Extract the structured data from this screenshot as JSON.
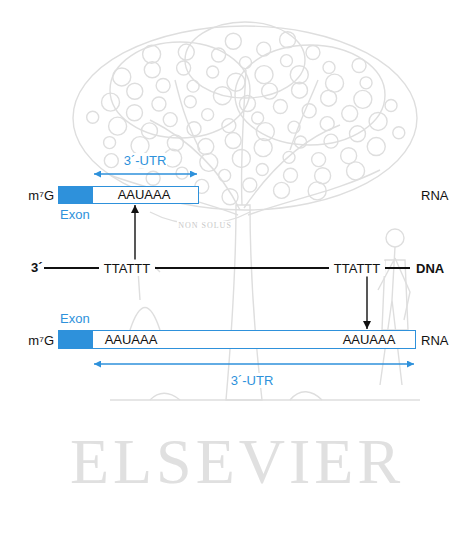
{
  "diagram": {
    "nodes": [
      {
        "text": [
          "AAUAAA"
        ]
      },
      {
        "text": [
          "TTATTT"
        ]
      },
      {
        "text": [
          "TTATTT"
        ]
      },
      {
        "text": [
          "AAUAAA",
          "AAUAAA"
        ]
      }
    ],
    "edges": [
      {
        "from": 1,
        "to": 0,
        "arrow": "to"
      },
      {
        "from": 2,
        "to": 3,
        "arrow": "to"
      }
    ],
    "labels": [
      "3´-UTR",
      "m⁷G",
      "RNA",
      "Exon",
      "NON SOLUS",
      "3´",
      "DNA",
      "Exon",
      "m⁷G",
      "RNA",
      "3´-UTR",
      "ELSEVIER"
    ]
  }
}
